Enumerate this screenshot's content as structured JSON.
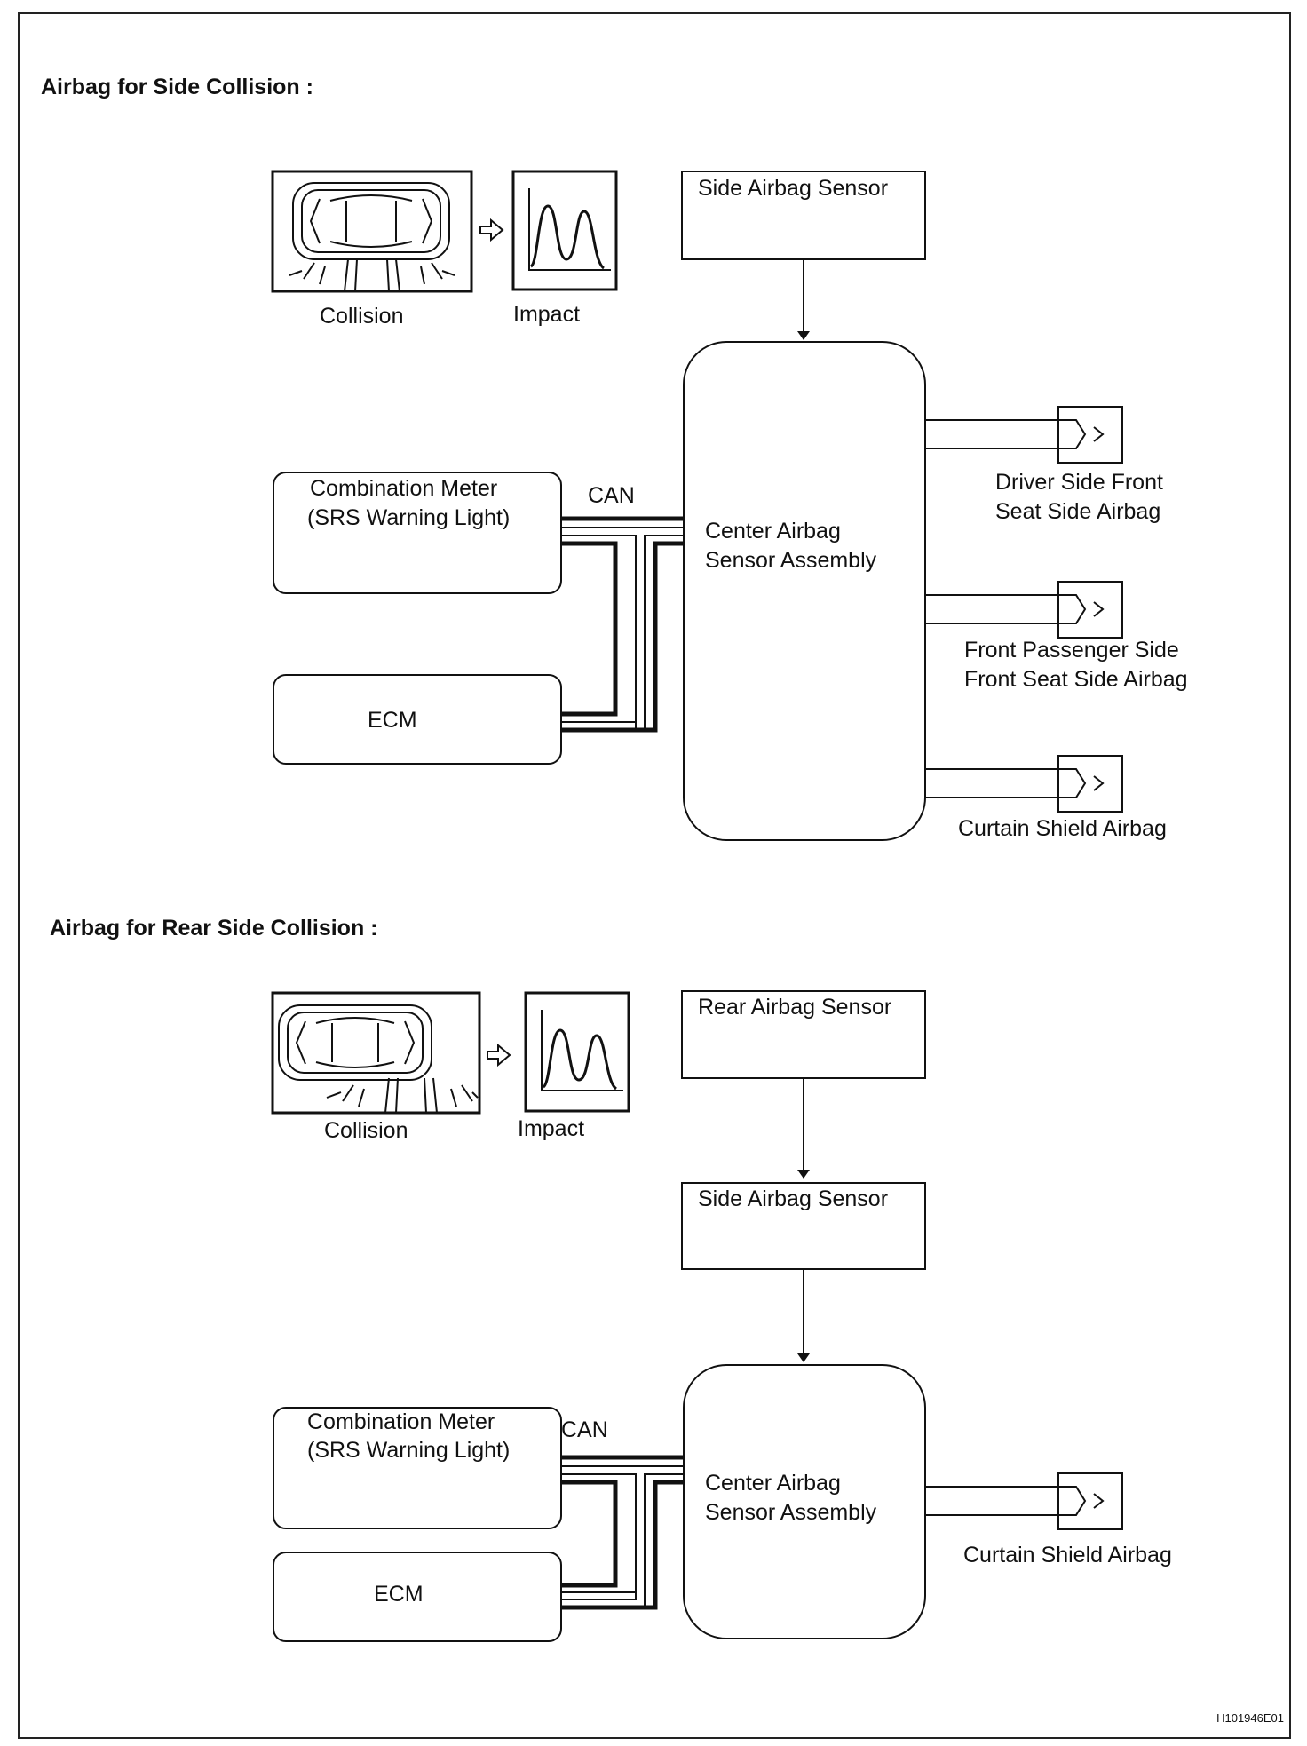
{
  "diagram": {
    "side": {
      "title": "Airbag for Side Collision :",
      "collision_label": "Collision",
      "impact_label": "Impact",
      "sensor": "Side Airbag Sensor",
      "center_line1": "Center Airbag",
      "center_line2": "Sensor Assembly",
      "meter_line1": "Combination Meter",
      "meter_line2": "(SRS Warning Light)",
      "can": "CAN",
      "ecm": "ECM",
      "out1_line1": "Driver Side Front",
      "out1_line2": "Seat Side Airbag",
      "out2_line1": "Front Passenger Side",
      "out2_line2": "Front Seat Side Airbag",
      "out3": "Curtain Shield Airbag"
    },
    "rear": {
      "title": "Airbag for Rear Side Collision :",
      "collision_label": "Collision",
      "impact_label": "Impact",
      "rear_sensor": "Rear Airbag Sensor",
      "side_sensor": "Side Airbag Sensor",
      "center_line1": "Center Airbag",
      "center_line2": "Sensor Assembly",
      "meter_line1": "Combination Meter",
      "meter_line2": "(SRS Warning Light)",
      "can": "CAN",
      "ecm": "ECM",
      "out1": "Curtain Shield Airbag"
    },
    "reference_code": "H101946E01",
    "line_color": "#111111"
  }
}
